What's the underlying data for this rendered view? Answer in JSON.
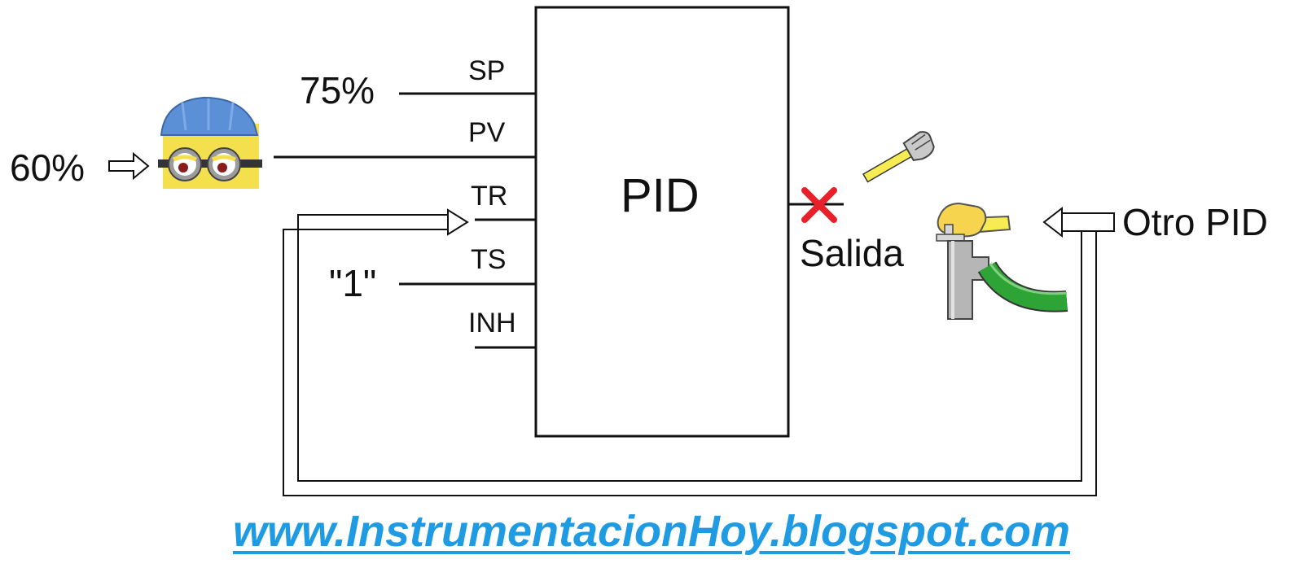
{
  "block": {
    "title": "PID"
  },
  "inputs": {
    "sp": {
      "pin": "SP",
      "value": "75%"
    },
    "pv": {
      "pin": "PV",
      "value": "60%"
    },
    "tr": {
      "pin": "TR"
    },
    "ts": {
      "pin": "TS",
      "value": "\"1\""
    },
    "inh": {
      "pin": "INH"
    }
  },
  "output": {
    "label": "Salida",
    "state": "disconnected"
  },
  "external": {
    "label": "Otro PID"
  },
  "footer": {
    "url": "www.InstrumentacionHoy.blogspot.com"
  },
  "icons": [
    "minion-operator-icon",
    "disconnected-x-icon",
    "hand-icon",
    "faucet-hand-icon"
  ],
  "colors": {
    "link": "#1e9be3",
    "x_mark": "#e8202a",
    "minion_yellow": "#f4e04d",
    "hat_blue": "#5b8fd6",
    "hose_green": "#2ea336"
  }
}
